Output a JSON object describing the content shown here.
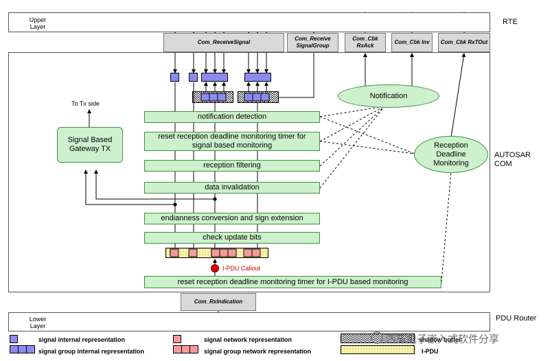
{
  "layers": {
    "upper": "Upper Layer",
    "rte": "RTE",
    "autosar_com": "AUTOSAR COM",
    "lower": "Lower Layer",
    "pdu_router": "PDU Router"
  },
  "apis": {
    "receive_signal": "Com_ReceiveSignal",
    "receive_signal_group": "Com_Receive SignalGroup",
    "cbk_rxack": "Com_Cbk RxAck",
    "cbk_inv": "Com_Cbk Inv",
    "cbk_rxtout": "Com_Cbk RxTOut",
    "rx_indication": "Com_RxIndication"
  },
  "steps": {
    "notification_detection": "notification detection",
    "reset_signal": "reset reception deadline monitoring timer for signal based monitoring",
    "reception_filtering": "reception filtering",
    "data_invalidation": "data invalidation",
    "endianness": "endianness conversion and sign extension",
    "check_update": "check update bits",
    "reset_ipdu": "reset reception deadline monitoring timer for I-PDU based monitoring"
  },
  "ellipses": {
    "notification": "Notification",
    "reception_deadline": "Reception Deadline Monitoring"
  },
  "gateway": "Signal Based Gateway TX",
  "to_tx_side": "To Tx side",
  "ipdu_callout": "I-PDU Callout",
  "legend": {
    "sig_internal": "signal internal representation",
    "sig_group_internal": "signal group internal representation",
    "sig_network": "signal network representation",
    "sig_group_network": "signal group network representation",
    "shadow_buffer": "shadow buffer",
    "ipdu": "I-PDU"
  },
  "watermark": "汽车电子嵌入式软件分享",
  "colors": {
    "green": "#cdf0cd",
    "blue": "#8b8bef",
    "red": "#f49a9a",
    "ipdu_yellow": "#fbf5b0",
    "callout_red": "#e00000"
  }
}
